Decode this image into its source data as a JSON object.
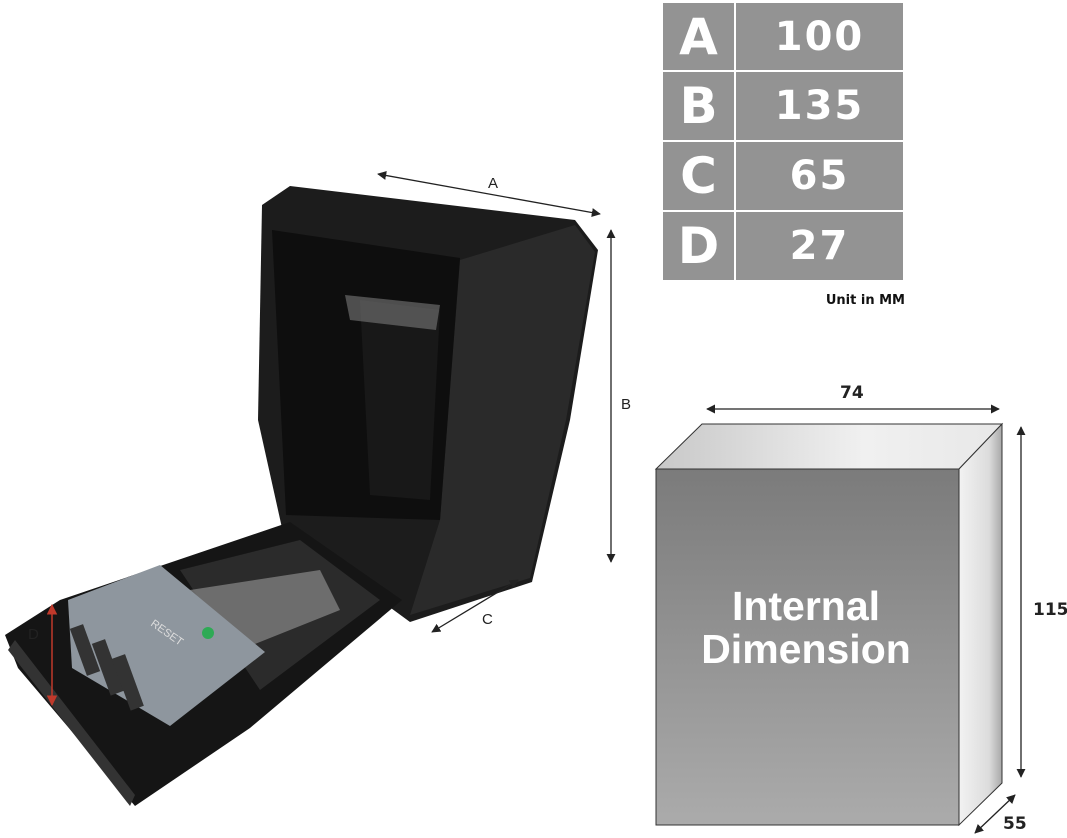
{
  "dimension_table": {
    "rows": [
      {
        "letter": "A",
        "value": "100"
      },
      {
        "letter": "B",
        "value": "135"
      },
      {
        "letter": "C",
        "value": "65"
      },
      {
        "letter": "D",
        "value": "27"
      }
    ],
    "unit_note": "Unit in MM"
  },
  "product_photo": {
    "labels": {
      "a": "A",
      "b": "B",
      "c": "C",
      "d": "D"
    },
    "lock_text": "RESET"
  },
  "internal_box": {
    "title_line1": "Internal",
    "title_line2": "Dimension",
    "width": "74",
    "height": "115",
    "depth": "55"
  },
  "colors": {
    "table_gray": "#939393",
    "d_arrow": "#c0392b",
    "lock_gray": "#8e969e"
  }
}
